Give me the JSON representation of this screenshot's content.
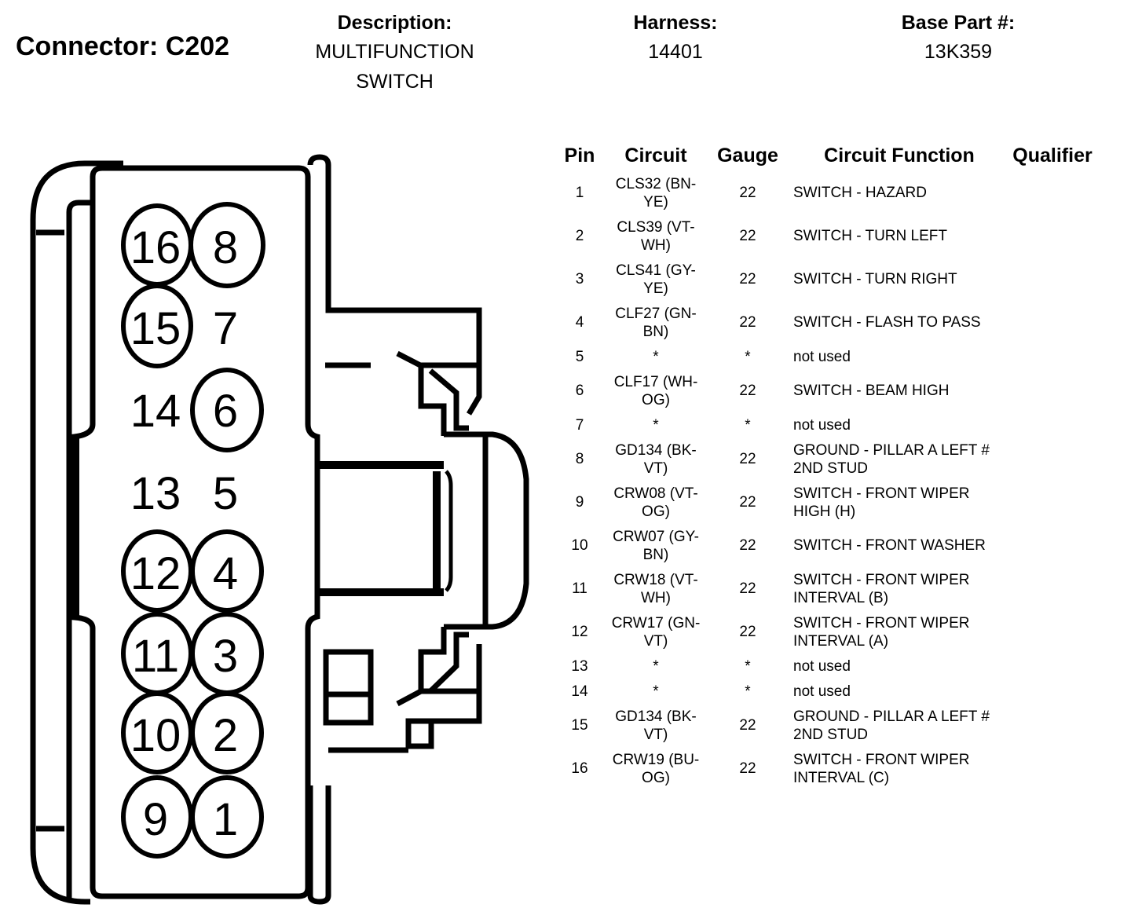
{
  "header": {
    "connector_title": "Connector: C202",
    "description_label": "Description:",
    "description_value_line1": "MULTIFUNCTION",
    "description_value_line2": "SWITCH",
    "harness_label": "Harness:",
    "harness_value": "14401",
    "base_part_label": "Base Part #:",
    "base_part_value": "13K359"
  },
  "connector_face": {
    "pins": [
      {
        "num": "16",
        "populated": true
      },
      {
        "num": "8",
        "populated": true
      },
      {
        "num": "15",
        "populated": true
      },
      {
        "num": "7",
        "populated": false
      },
      {
        "num": "14",
        "populated": false
      },
      {
        "num": "6",
        "populated": true
      },
      {
        "num": "13",
        "populated": false
      },
      {
        "num": "5",
        "populated": false
      },
      {
        "num": "12",
        "populated": true
      },
      {
        "num": "4",
        "populated": true
      },
      {
        "num": "11",
        "populated": true
      },
      {
        "num": "3",
        "populated": true
      },
      {
        "num": "10",
        "populated": true
      },
      {
        "num": "2",
        "populated": true
      },
      {
        "num": "9",
        "populated": true
      },
      {
        "num": "1",
        "populated": true
      }
    ]
  },
  "table": {
    "headers": {
      "pin": "Pin",
      "circuit": "Circuit",
      "gauge": "Gauge",
      "function": "Circuit Function",
      "qualifier": "Qualifier"
    },
    "rows": [
      {
        "pin": "1",
        "circuit": "CLS32 (BN-YE)",
        "gauge": "22",
        "function": "SWITCH - HAZARD",
        "qualifier": ""
      },
      {
        "pin": "2",
        "circuit": "CLS39 (VT-WH)",
        "gauge": "22",
        "function": "SWITCH - TURN LEFT",
        "qualifier": ""
      },
      {
        "pin": "3",
        "circuit": "CLS41 (GY-YE)",
        "gauge": "22",
        "function": "SWITCH - TURN RIGHT",
        "qualifier": ""
      },
      {
        "pin": "4",
        "circuit": "CLF27 (GN-BN)",
        "gauge": "22",
        "function": "SWITCH - FLASH TO PASS",
        "qualifier": ""
      },
      {
        "pin": "5",
        "circuit": "*",
        "gauge": "*",
        "function": "not used",
        "qualifier": ""
      },
      {
        "pin": "6",
        "circuit": "CLF17 (WH-OG)",
        "gauge": "22",
        "function": "SWITCH - BEAM HIGH",
        "qualifier": ""
      },
      {
        "pin": "7",
        "circuit": "*",
        "gauge": "*",
        "function": "not used",
        "qualifier": ""
      },
      {
        "pin": "8",
        "circuit": "GD134 (BK-VT)",
        "gauge": "22",
        "function": "GROUND - PILLAR A LEFT # 2ND STUD",
        "qualifier": ""
      },
      {
        "pin": "9",
        "circuit": "CRW08 (VT-OG)",
        "gauge": "22",
        "function": "SWITCH - FRONT WIPER HIGH (H)",
        "qualifier": ""
      },
      {
        "pin": "10",
        "circuit": "CRW07 (GY-BN)",
        "gauge": "22",
        "function": "SWITCH - FRONT WASHER",
        "qualifier": ""
      },
      {
        "pin": "11",
        "circuit": "CRW18 (VT-WH)",
        "gauge": "22",
        "function": "SWITCH - FRONT WIPER INTERVAL (B)",
        "qualifier": ""
      },
      {
        "pin": "12",
        "circuit": "CRW17 (GN-VT)",
        "gauge": "22",
        "function": "SWITCH - FRONT WIPER INTERVAL (A)",
        "qualifier": ""
      },
      {
        "pin": "13",
        "circuit": "*",
        "gauge": "*",
        "function": "not used",
        "qualifier": ""
      },
      {
        "pin": "14",
        "circuit": "*",
        "gauge": "*",
        "function": "not used",
        "qualifier": ""
      },
      {
        "pin": "15",
        "circuit": "GD134 (BK-VT)",
        "gauge": "22",
        "function": "GROUND - PILLAR A LEFT # 2ND STUD",
        "qualifier": ""
      },
      {
        "pin": "16",
        "circuit": "CRW19 (BU-OG)",
        "gauge": "22",
        "function": "SWITCH - FRONT WIPER INTERVAL (C)",
        "qualifier": ""
      }
    ]
  }
}
